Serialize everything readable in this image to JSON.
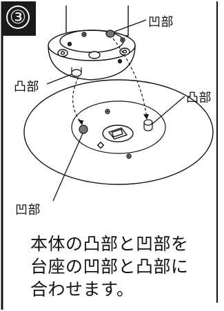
{
  "step": {
    "number": "③"
  },
  "labels": {
    "concave_top": "凹部",
    "convex_left": "凸部",
    "convex_right": "凸部",
    "concave_bottom": "凹部"
  },
  "instruction": {
    "lines": [
      "本体の凸部と凹部を",
      "台座の凹部と凸部に",
      "合わせます。"
    ]
  },
  "colors": {
    "badge": "#1b1b1b",
    "ink": "#111111",
    "hole": "#777777"
  }
}
